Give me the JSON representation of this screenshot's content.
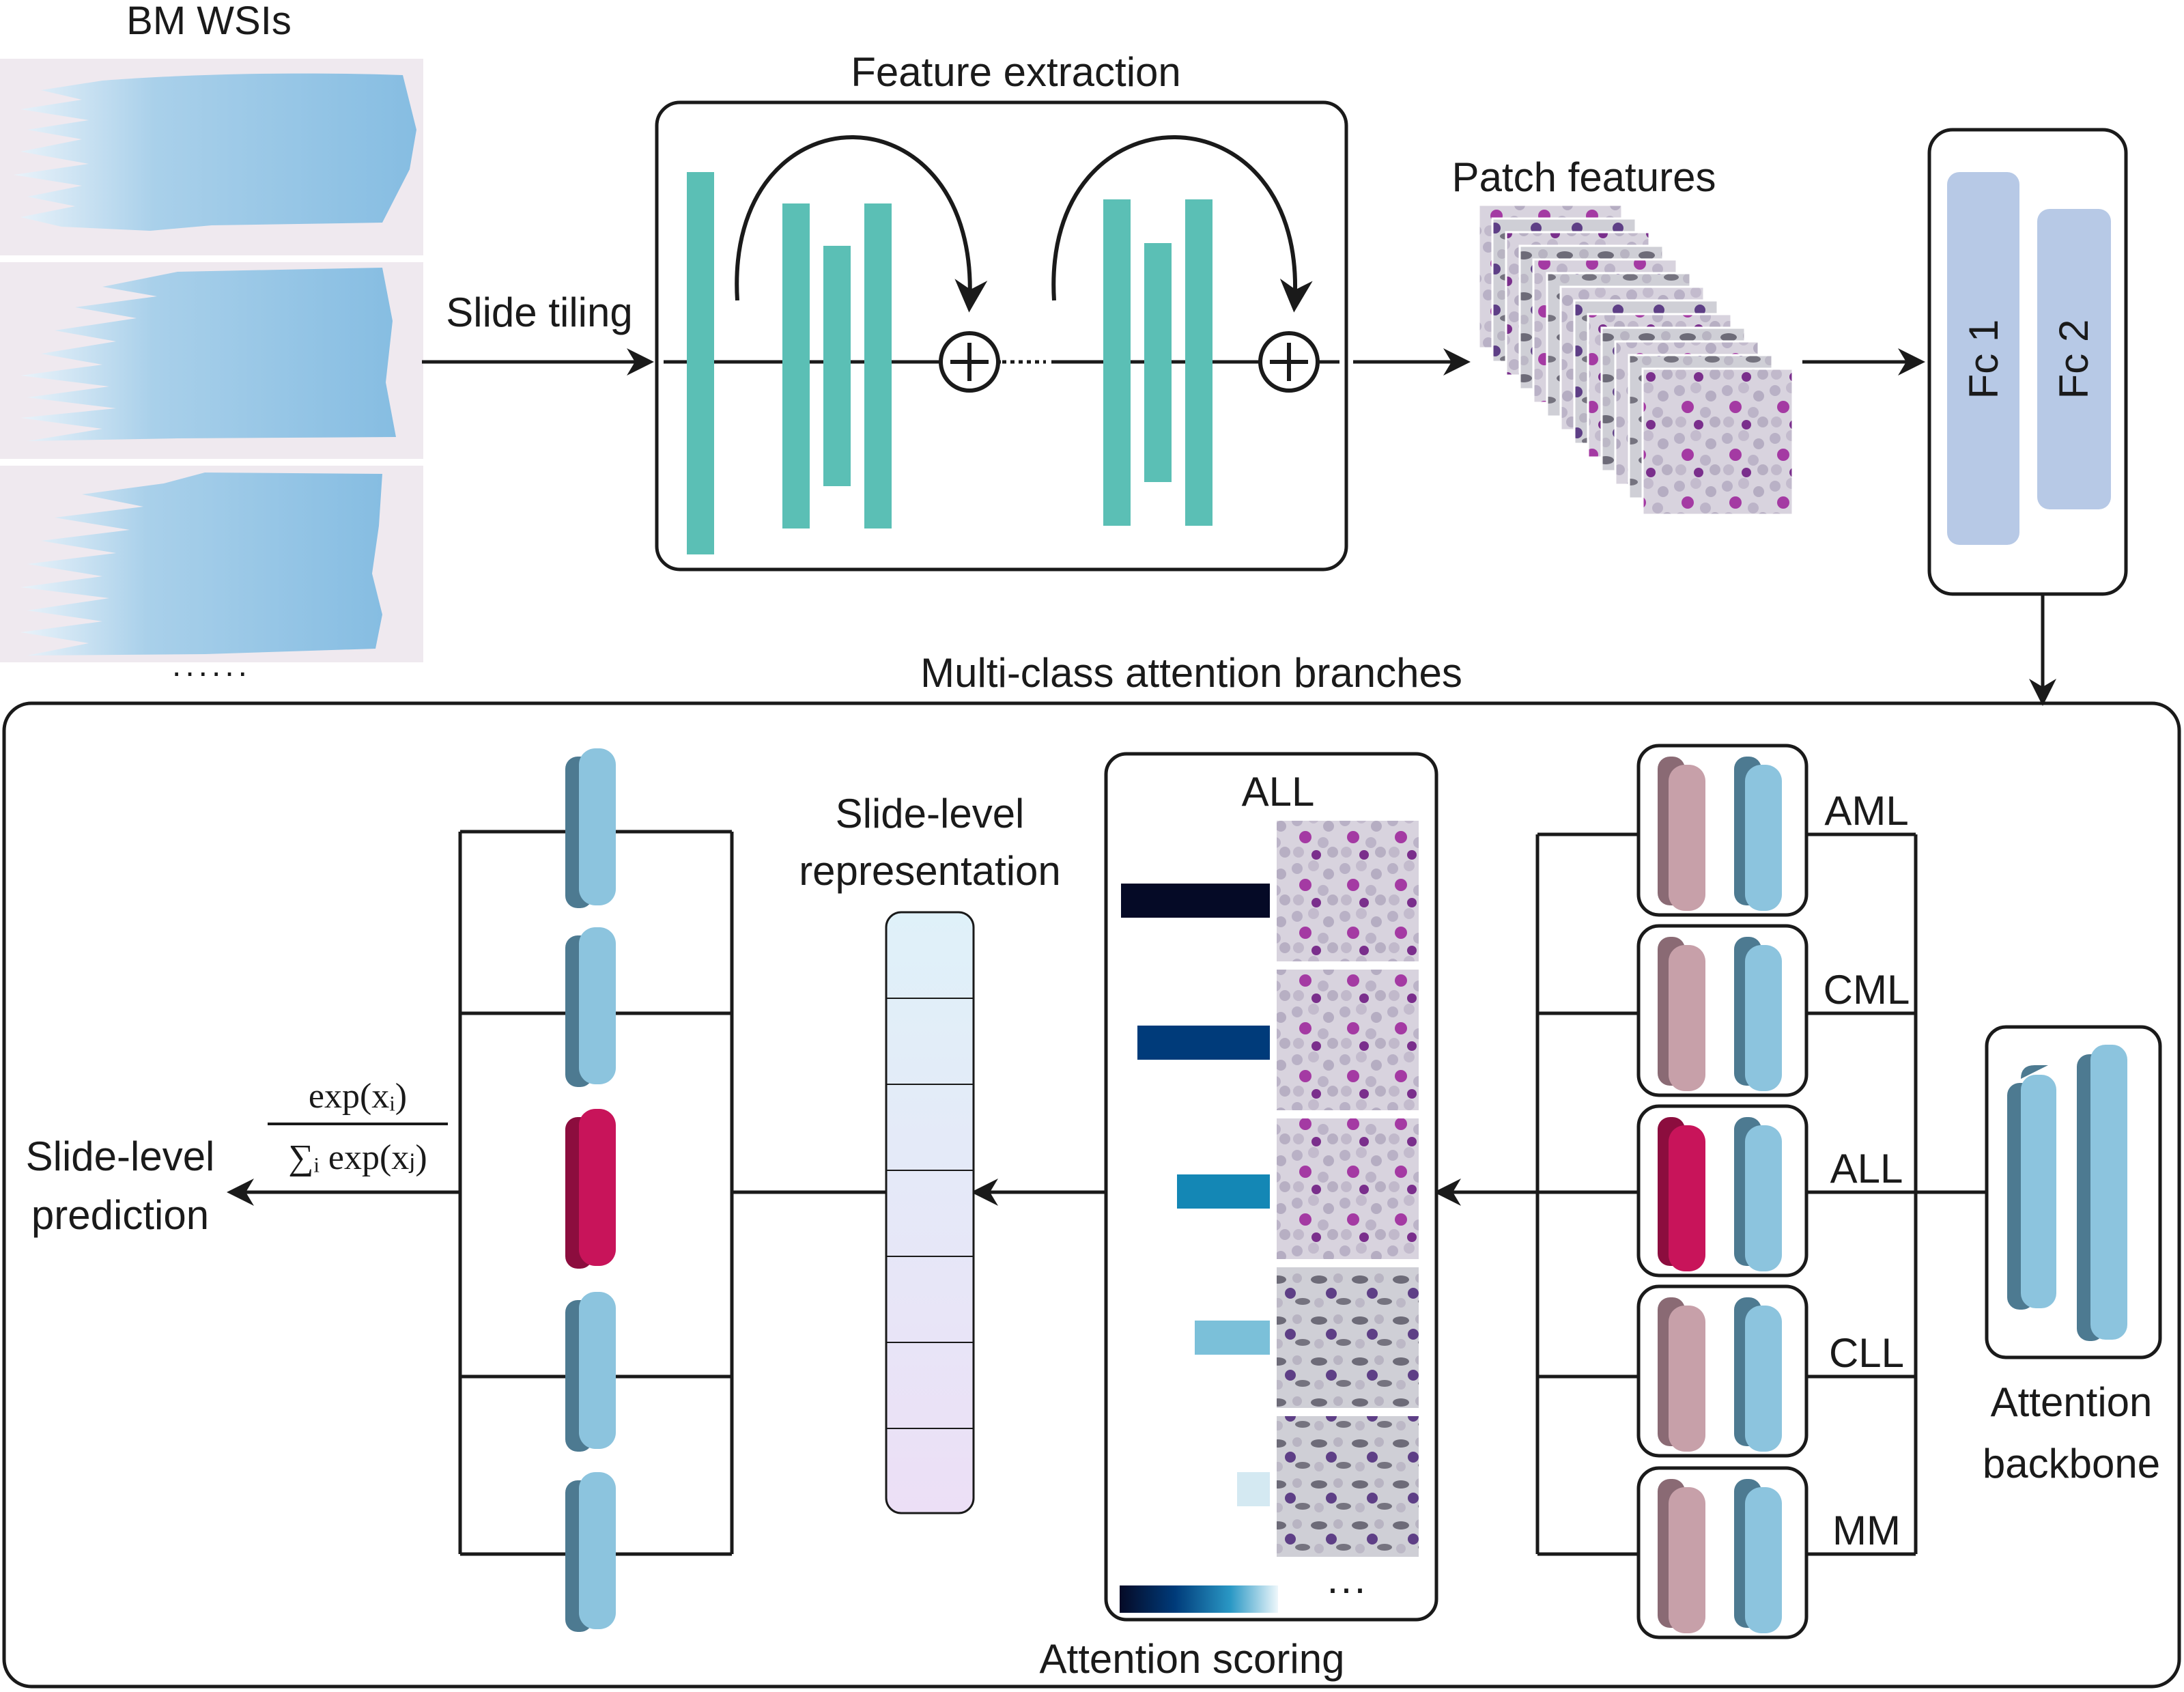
{
  "labels": {
    "wsi_title": "BM WSIs",
    "wsi_dots": "......",
    "slide_tiling": "Slide tiling",
    "feature_extraction": "Feature extraction",
    "patch_features": "Patch features",
    "fc1": "Fc 1",
    "fc2": "Fc 2",
    "multi_class": "Multi-class attention branches",
    "attention_backbone_1": "Attention",
    "attention_backbone_2": "backbone",
    "attention_panel_title": "ALL",
    "attention_scoring": "Attention scoring",
    "attention_ellipsis": "···",
    "slide_repr_1": "Slide-level",
    "slide_repr_2": "representation",
    "slide_pred_1": "Slide-level",
    "slide_pred_2": "prediction",
    "softmax_num": "exp(xᵢ)",
    "softmax_den": "∑ᵢ exp(xⱼ)"
  },
  "branches": [
    "AML",
    "CML",
    "ALL",
    "CLL",
    "MM"
  ],
  "active_branch": "ALL",
  "colors": {
    "teal": "#5bbfb5",
    "wsi_blue": "#8fc1e3",
    "wsi_bg": "#efe9ef",
    "fc_fill": "#b7c9e6",
    "branch_blue": "#8cc4de",
    "branch_blue_side": "#4d7a91",
    "branch_pink": "#c7a0a9",
    "branch_pink_side": "#8a6a74",
    "active": "#c8145a",
    "active_side": "#8c0d3e",
    "attn_1": "#050a26",
    "attn_2": "#003b7a",
    "attn_3": "#1487b5",
    "attn_4": "#7bc0d9",
    "attn_5": "#d4e9f2"
  }
}
